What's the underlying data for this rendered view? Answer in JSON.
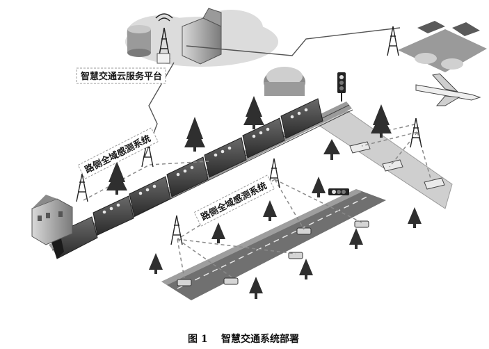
{
  "labels": {
    "cloud_platform": "智慧交通云服务平台",
    "roadside_upper": "路侧全域感测系统",
    "roadside_lower": "路侧全域感测系统"
  },
  "caption": {
    "figure_no": "图 1",
    "title": "智慧交通系统部署"
  },
  "colors": {
    "road": "#6f6f6f",
    "river": "#c9c9c9",
    "train": "#3a3a3a",
    "tree": "#2b2b2b",
    "link_line": "#8a8a8a"
  }
}
